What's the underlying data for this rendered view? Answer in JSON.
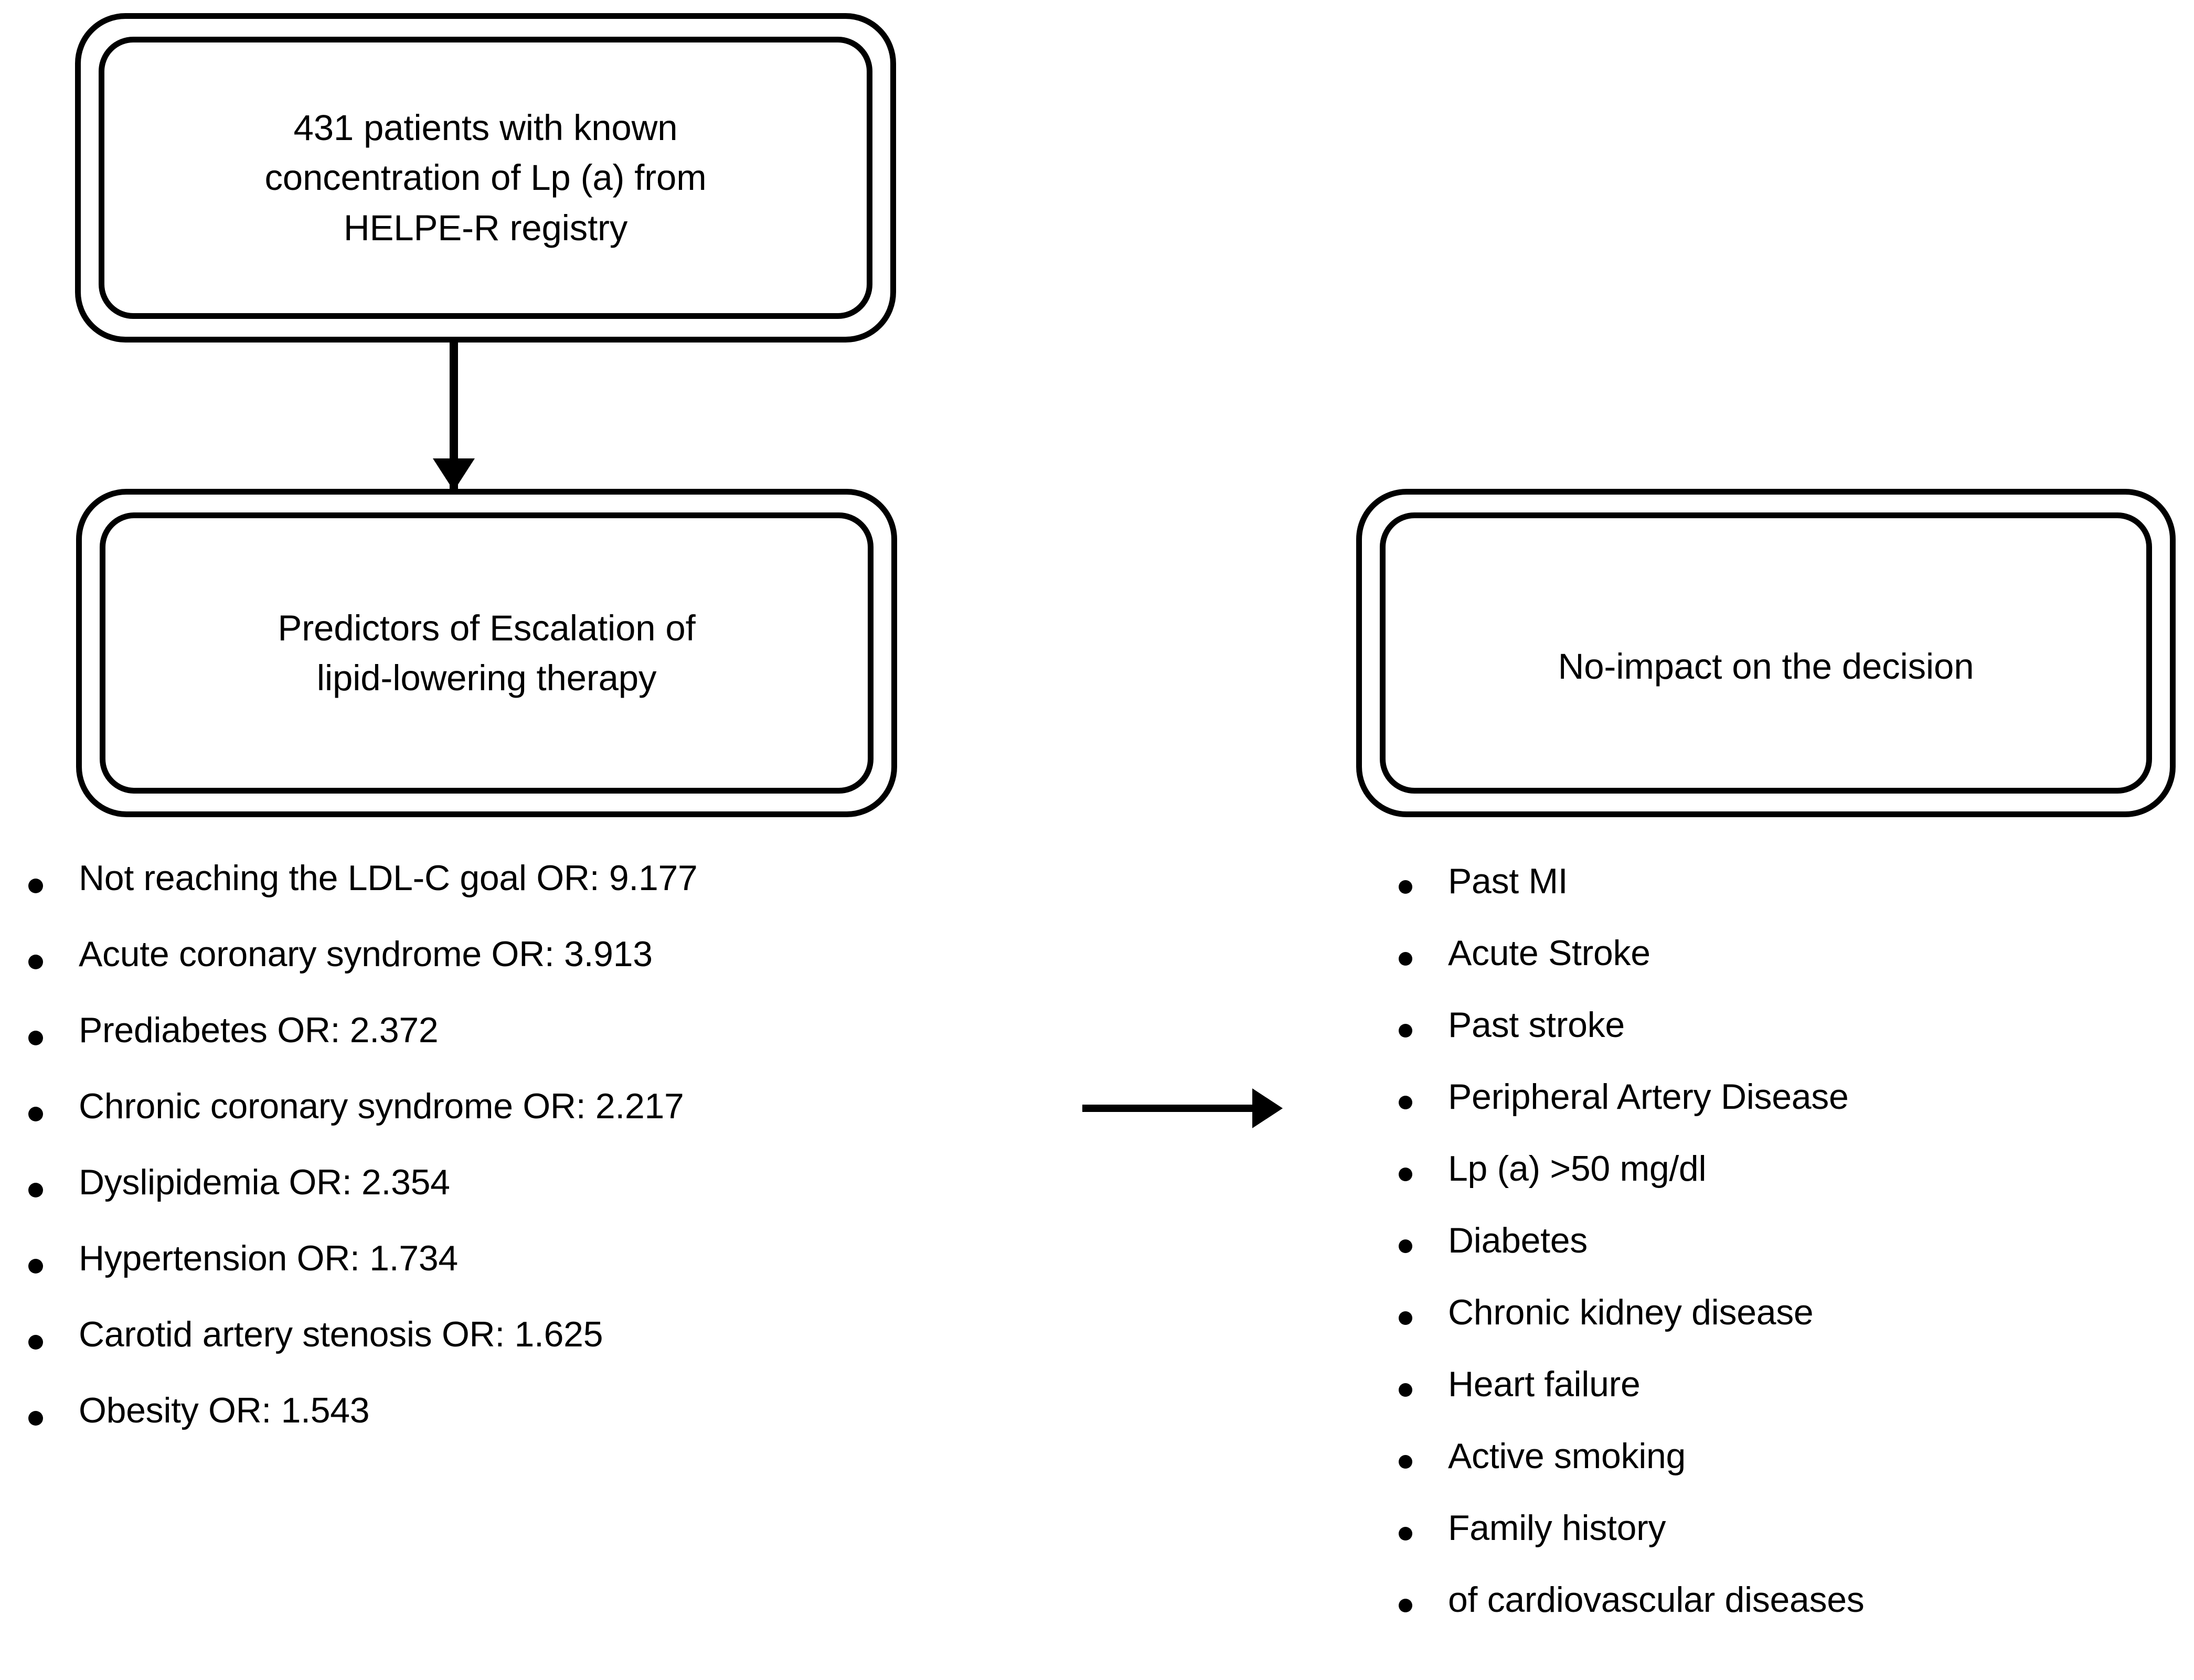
{
  "diagram": {
    "type": "flowchart",
    "boxes": [
      {
        "id": "cohort",
        "text": "431 patients with known\nconcentration of Lp (a) from\nHELPE-R registry"
      },
      {
        "id": "predictors",
        "text": "Predictors of Escalation of\nlipid-lowering therapy"
      },
      {
        "id": "no-impact",
        "text": "No-impact on the decision"
      }
    ],
    "predictor_items": [
      "Not reaching the LDL-C goal OR: 9.177",
      "Acute coronary syndrome OR: 3.913",
      "Prediabetes OR: 2.372",
      "Chronic coronary syndrome OR: 2.217",
      "Dyslipidemia OR: 2.354",
      "Hypertension OR: 1.734",
      "Carotid artery stenosis OR: 1.625",
      "Obesity OR: 1.543"
    ],
    "no_impact_items": [
      "Past MI",
      "Acute Stroke",
      "Past stroke",
      "Peripheral Artery Disease",
      "Lp (a) >50 mg/dl",
      "Diabetes",
      "Chronic kidney disease",
      "Heart failure",
      "Active smoking",
      "Family history",
      "of cardiovascular diseases"
    ],
    "arrows": [
      {
        "id": "cohort-to-predictors",
        "direction": "down"
      },
      {
        "id": "predictors-to-no-impact",
        "direction": "right"
      }
    ],
    "colors": {
      "stroke": "#000000",
      "background": "#ffffff",
      "text": "#000000"
    }
  }
}
